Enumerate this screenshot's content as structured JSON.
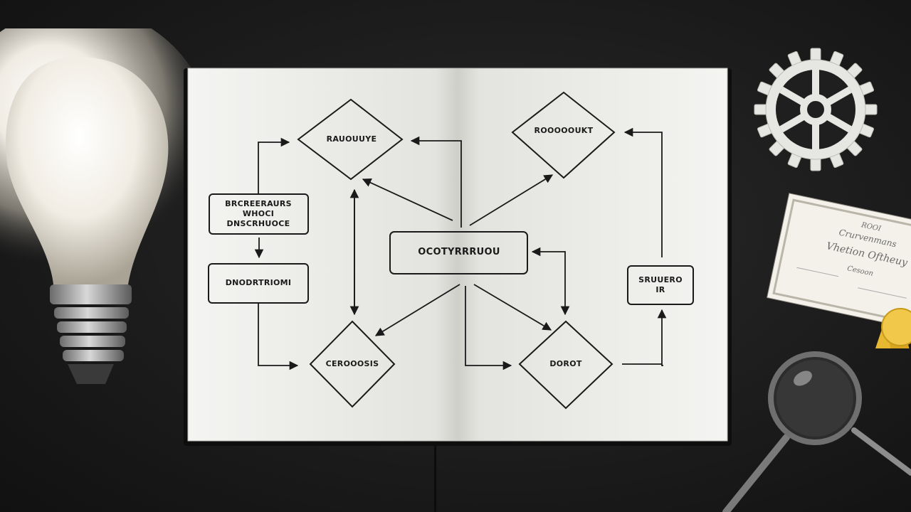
{
  "scene": {
    "objects": [
      "light-bulb",
      "open-notebook-with-flowchart",
      "gear",
      "certificate-with-ribbon",
      "magnifying-glass"
    ],
    "colors": {
      "desk": "#1c1c1c",
      "paper": "#f4f4f2",
      "ink": "#1a1a1a",
      "gear": "#e6e6e2",
      "ribbon": "#e8b930"
    }
  },
  "flowchart": {
    "nodes": {
      "top_left_diamond": "RAUOUUYE",
      "top_right_diamond": "ROOOOOUKT",
      "left_box": [
        "BRCREERAURS",
        "WHOCI",
        "DNSCRHUOCE"
      ],
      "left_box_2": "DNODRTRIOMI",
      "center_box": "OCOTYRRRUOU",
      "bottom_left_diamond": "CEROOOSIS",
      "bottom_right_diamond": "DOROT",
      "right_box": [
        "SRUUERO",
        "IR"
      ]
    }
  },
  "certificate": {
    "lines": [
      "ROOI",
      "Crurvenmans",
      "Vhetion Oftheuy",
      "Cesoon"
    ]
  }
}
